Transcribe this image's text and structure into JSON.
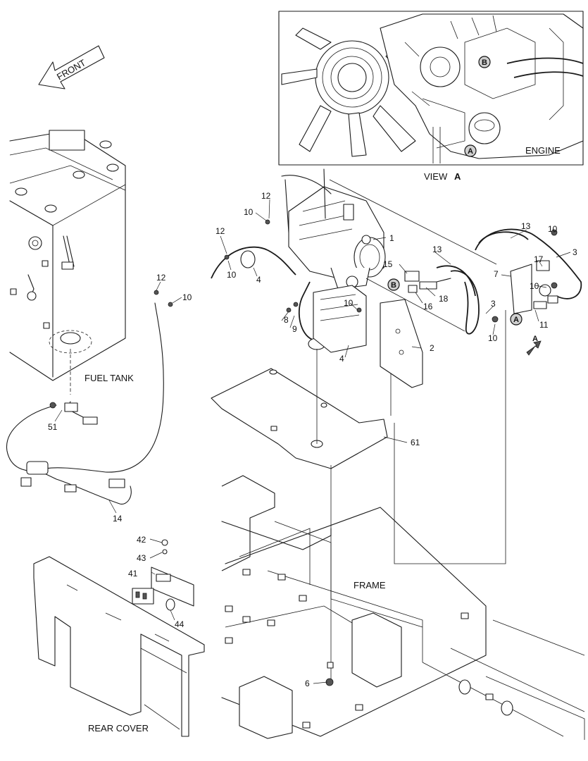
{
  "labels": {
    "front": "FRONT",
    "fuel_tank": "FUEL TANK",
    "frame": "FRAME",
    "rear_cover": "REAR COVER",
    "engine": "ENGINE",
    "view": "VIEW",
    "view_letter": "A"
  },
  "reference_markers": {
    "a": "A",
    "b": "B"
  },
  "callouts": {
    "n1": "1",
    "n2": "2",
    "n3a": "3",
    "n3b": "3",
    "n4a": "4",
    "n4b": "4",
    "n6": "6",
    "n7": "7",
    "n8": "8",
    "n9": "9",
    "n10a": "10",
    "n10b": "10",
    "n10c": "10",
    "n10d": "10",
    "n10e": "10",
    "n10f": "10",
    "n10g": "10",
    "n11": "11",
    "n12a": "12",
    "n12b": "12",
    "n12c": "12",
    "n13a": "13",
    "n13b": "13",
    "n14": "14",
    "n15": "15",
    "n16": "16",
    "n17": "17",
    "n18": "18",
    "n41": "41",
    "n42": "42",
    "n43": "43",
    "n44": "44",
    "n51": "51",
    "n61": "61"
  }
}
